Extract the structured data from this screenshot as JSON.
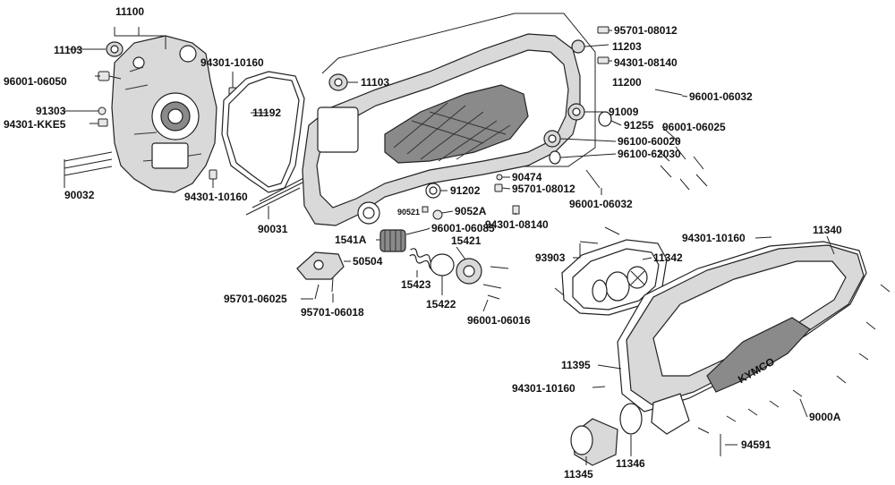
{
  "labels": {
    "p11100": "11100",
    "p11103a": "11103",
    "p11103b": "11103",
    "p96001_06050": "96001-06050",
    "p91303": "91303",
    "p94301_KKE5": "94301-KKE5",
    "p90032": "90032",
    "p94301_10160a": "94301-10160",
    "p11192": "11192",
    "p94301_10160b": "94301-10160",
    "p90031": "90031",
    "p95701_08012a": "95701-08012",
    "p11203": "11203",
    "p94301_08140a": "94301-08140",
    "p11200": "11200",
    "p96001_06032a": "96001-06032",
    "p91009": "91009",
    "p91255": "91255",
    "p96001_06025a": "96001-06025",
    "p96100_60020": "96100-60020",
    "p96100_62030": "96100-62030",
    "p90474": "90474",
    "p95701_08012b": "95701-08012",
    "p91202": "91202",
    "p96001_06032b": "96001-06032",
    "p90521": "90521",
    "p9052A": "9052A",
    "p94301_08140b": "94301-08140",
    "p1541A": "1541A",
    "p96001_06085": "96001-06085",
    "p15421": "15421",
    "p50504": "50504",
    "p15423": "15423",
    "p15422": "15422",
    "p96001_06016": "96001-06016",
    "p95701_06025": "95701-06025",
    "p95701_06018": "95701-06018",
    "p93903": "93903",
    "p11342": "11342",
    "p94301_10160c": "94301-10160",
    "p11340": "11340",
    "p11395": "11395",
    "p94301_10160d": "94301-10160",
    "p9000A": "9000A",
    "p94591": "94591",
    "p11345": "11345",
    "p11346": "11346",
    "brand": "KYMCO"
  }
}
